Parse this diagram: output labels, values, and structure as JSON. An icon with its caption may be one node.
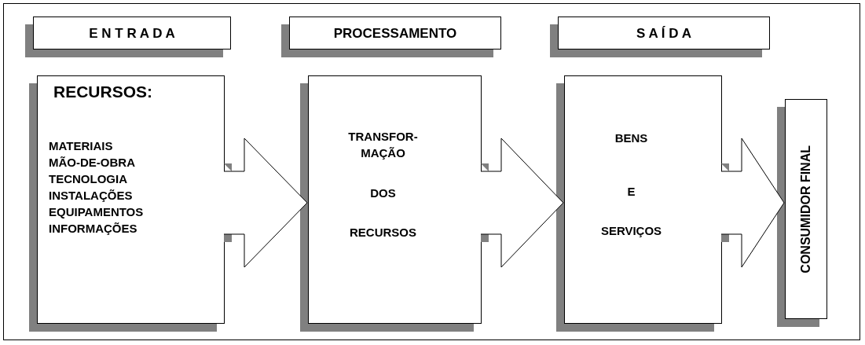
{
  "diagram": {
    "nodes": [
      {
        "text": [
          "E N T R A D A"
        ]
      },
      {
        "text": [
          "PROCESSAMENTO"
        ]
      },
      {
        "text": [
          "S A Í D A"
        ]
      },
      {
        "text": [
          "RECURSOS:",
          "MATERIAIS",
          "MÃO-DE-OBRA",
          "TECNOLOGIA",
          "INSTALAÇÕES",
          "EQUIPAMENTOS",
          "INFORMAÇÕES"
        ]
      },
      {
        "text": [
          "TRANSFOR-",
          "MAÇÃO",
          "DOS",
          "RECURSOS"
        ]
      },
      {
        "text": [
          "BENS",
          "E",
          "SERVIÇOS"
        ]
      },
      {
        "text": [
          "CONSUMIDOR FINAL"
        ]
      }
    ],
    "edges": [
      {
        "from": 3,
        "to": 4,
        "arrow": "to"
      },
      {
        "from": 4,
        "to": 5,
        "arrow": "to"
      },
      {
        "from": 5,
        "to": 6,
        "arrow": "to"
      }
    ]
  }
}
